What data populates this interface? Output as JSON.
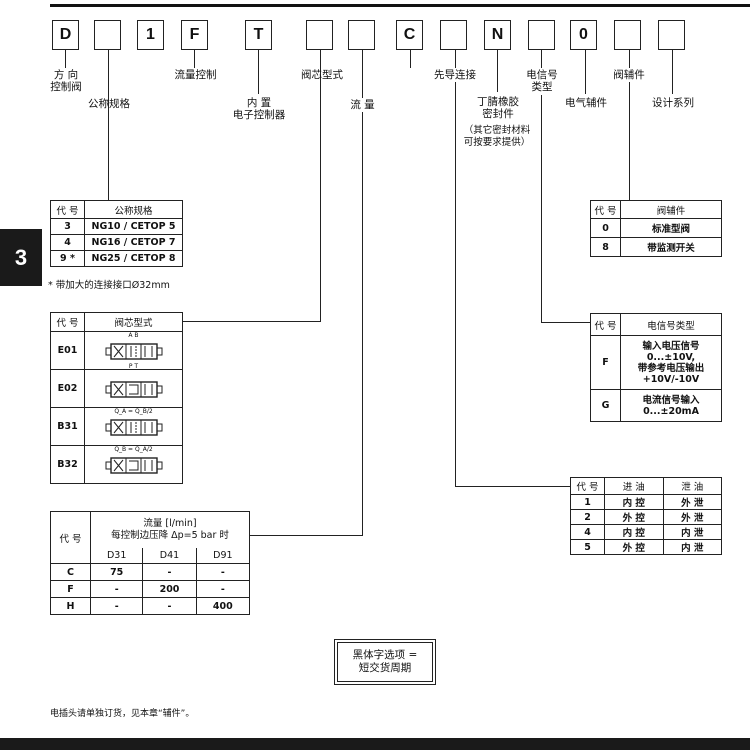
{
  "codes": [
    "D",
    "",
    "1",
    "F",
    "T",
    "",
    "",
    "C",
    "",
    "N",
    "",
    "0",
    "",
    ""
  ],
  "labels": {
    "directional": "方 向\n控制阀",
    "nominal_size": "公称规格",
    "flow_control": "流量控制",
    "electronics": "内 置\n电子控制器",
    "spool_type": "阀芯型式",
    "flow": "流 量",
    "pilot": "先导连接",
    "seal": "丁腈橡胶\n密封件",
    "seal_note": "（其它密封材料\n可按要求提供）",
    "signal": "电信号\n类型",
    "elec_options": "电气辅件",
    "valve_options": "阀辅件",
    "design_series": "设计系列"
  },
  "side_tab": "3",
  "size_table": {
    "headers": [
      "代 号",
      "公称规格"
    ],
    "rows": [
      [
        "3",
        "NG10 / CETOP 5"
      ],
      [
        "4",
        "NG16 / CETOP 7"
      ],
      [
        "9 *",
        "NG25 / CETOP 8"
      ]
    ],
    "footnote": "* 带加大的连接接口Ø32mm"
  },
  "spool_table": {
    "headers": [
      "代 号",
      "阀芯型式"
    ],
    "rows": [
      {
        "code": "E01",
        "top": "A B",
        "bottom": "P T"
      },
      {
        "code": "E02",
        "top": "",
        "bottom": ""
      },
      {
        "code": "B31",
        "top": "Q_A = Q_B/2",
        "bottom": ""
      },
      {
        "code": "B32",
        "top": "Q_B = Q_A/2",
        "bottom": ""
      }
    ]
  },
  "flow_table": {
    "code_header": "代 号",
    "title_line1": "流量 [l/min]",
    "title_line2": "每控制边压降 Δp=5 bar 时",
    "columns": [
      "D31",
      "D41",
      "D91"
    ],
    "rows": [
      [
        "C",
        "75",
        "-",
        "-"
      ],
      [
        "F",
        "-",
        "200",
        "-"
      ],
      [
        "H",
        "-",
        "-",
        "400"
      ]
    ]
  },
  "option_table": {
    "headers": [
      "代 号",
      "阀辅件"
    ],
    "rows": [
      [
        "0",
        "标准型阀"
      ],
      [
        "8",
        "带监测开关"
      ]
    ]
  },
  "signal_table": {
    "headers": [
      "代 号",
      "电信号类型"
    ],
    "rows": [
      [
        "F",
        "输入电压信号\n0...±10V,\n带参考电压输出\n+10V/-10V"
      ],
      [
        "G",
        "电流信号输入\n0...±20mA"
      ]
    ]
  },
  "pilot_table": {
    "headers": [
      "代 号",
      "进 油",
      "泄 油"
    ],
    "rows": [
      [
        "1",
        "内 控",
        "外 泄"
      ],
      [
        "2",
        "外 控",
        "外 泄"
      ],
      [
        "4",
        "内 控",
        "内 泄"
      ],
      [
        "5",
        "外 控",
        "内 泄"
      ]
    ]
  },
  "bold_box": {
    "line1": "黑体字选项 =",
    "line2": "短交货周期"
  },
  "bottom_note": "电插头请单独订货，见本章“辅件”。"
}
